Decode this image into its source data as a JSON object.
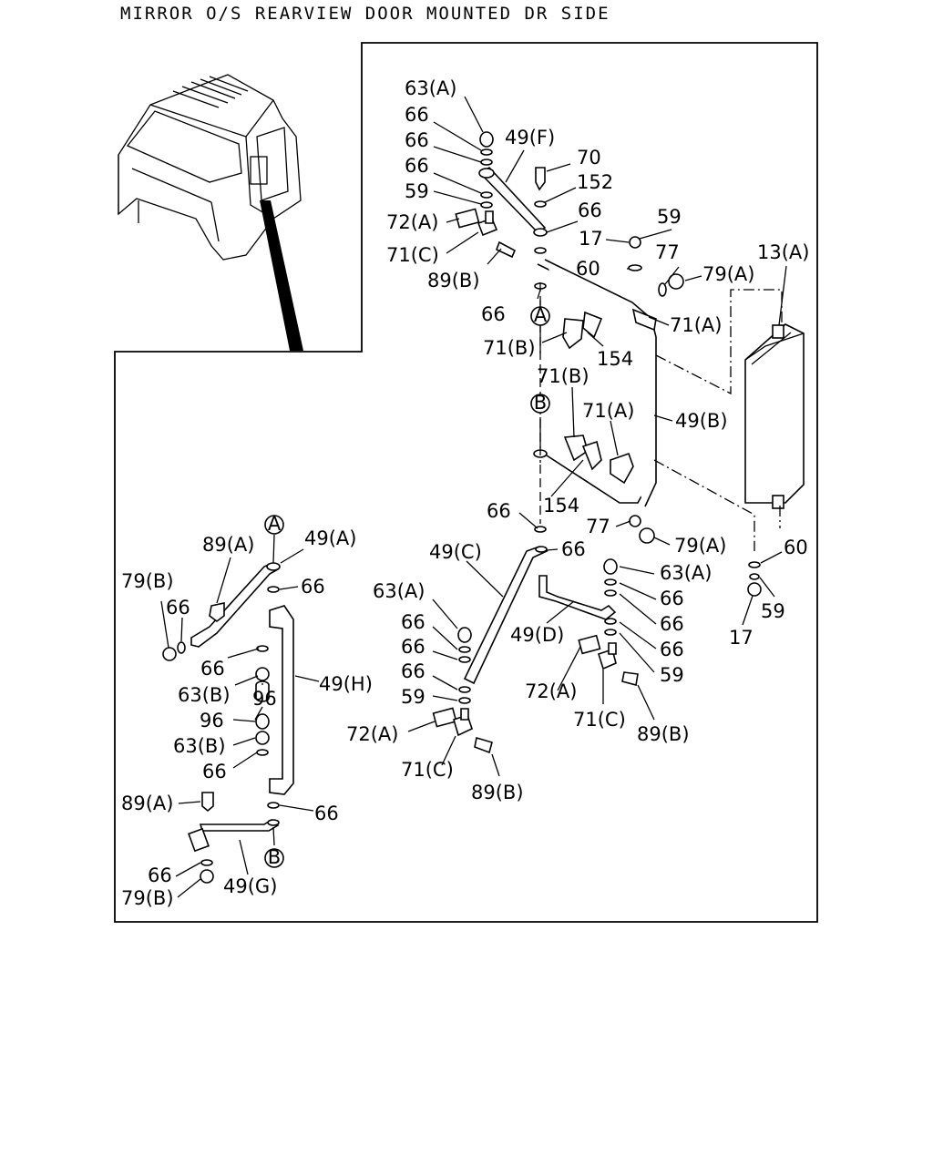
{
  "title": "MIRROR O/S REARVIEW DOOR MOUNTED DR SIDE",
  "callouts": [
    {
      "id": "c1",
      "text": "63(A)"
    },
    {
      "id": "c2",
      "text": "66"
    },
    {
      "id": "c3",
      "text": "66"
    },
    {
      "id": "c4",
      "text": "66"
    },
    {
      "id": "c5",
      "text": "59"
    },
    {
      "id": "c6",
      "text": "72(A)"
    },
    {
      "id": "c7",
      "text": "71(C)"
    },
    {
      "id": "c8",
      "text": "89(B)"
    },
    {
      "id": "c9",
      "text": "49(F)"
    },
    {
      "id": "c10",
      "text": "70"
    },
    {
      "id": "c11",
      "text": "152"
    },
    {
      "id": "c12",
      "text": "66"
    },
    {
      "id": "c13",
      "text": "17"
    },
    {
      "id": "c14",
      "text": "59"
    },
    {
      "id": "c15",
      "text": "77"
    },
    {
      "id": "c16",
      "text": "60"
    },
    {
      "id": "c17",
      "text": "79(A)"
    },
    {
      "id": "c18",
      "text": "13(A)"
    },
    {
      "id": "c19",
      "text": "66"
    },
    {
      "id": "c20",
      "text": "71(A)"
    },
    {
      "id": "c21",
      "text": "71(B)"
    },
    {
      "id": "c22",
      "text": "154"
    },
    {
      "id": "c23",
      "text": "71(B)"
    },
    {
      "id": "c24",
      "text": "71(A)"
    },
    {
      "id": "c25",
      "text": "49(B)"
    },
    {
      "id": "c26",
      "text": "154"
    },
    {
      "id": "c27",
      "text": "66"
    },
    {
      "id": "c28",
      "text": "77"
    },
    {
      "id": "c29",
      "text": "79(A)"
    },
    {
      "id": "c30",
      "text": "60"
    },
    {
      "id": "c31",
      "text": "59"
    },
    {
      "id": "c32",
      "text": "17"
    },
    {
      "id": "c33",
      "text": "49(C)"
    },
    {
      "id": "c34",
      "text": "66"
    },
    {
      "id": "c35",
      "text": "63(A)"
    },
    {
      "id": "c36",
      "text": "66"
    },
    {
      "id": "c37",
      "text": "66"
    },
    {
      "id": "c38",
      "text": "66"
    },
    {
      "id": "c39",
      "text": "59"
    },
    {
      "id": "c40",
      "text": "49(D)"
    },
    {
      "id": "c41",
      "text": "72(A)"
    },
    {
      "id": "c42",
      "text": "71(C)"
    },
    {
      "id": "c43",
      "text": "89(B)"
    },
    {
      "id": "c44",
      "text": "63(A)"
    },
    {
      "id": "c45",
      "text": "66"
    },
    {
      "id": "c46",
      "text": "66"
    },
    {
      "id": "c47",
      "text": "66"
    },
    {
      "id": "c48",
      "text": "59"
    },
    {
      "id": "c49",
      "text": "72(A)"
    },
    {
      "id": "c50",
      "text": "71(C)"
    },
    {
      "id": "c51",
      "text": "89(B)"
    },
    {
      "id": "c52",
      "text": "89(A)"
    },
    {
      "id": "c53",
      "text": "49(A)"
    },
    {
      "id": "c54",
      "text": "79(B)"
    },
    {
      "id": "c55",
      "text": "66"
    },
    {
      "id": "c56",
      "text": "66"
    },
    {
      "id": "c57",
      "text": "66"
    },
    {
      "id": "c58",
      "text": "63(B)"
    },
    {
      "id": "c59",
      "text": "96"
    },
    {
      "id": "c60",
      "text": "49(H)"
    },
    {
      "id": "c61",
      "text": "96"
    },
    {
      "id": "c62",
      "text": "63(B)"
    },
    {
      "id": "c63",
      "text": "66"
    },
    {
      "id": "c64",
      "text": "89(A)"
    },
    {
      "id": "c65",
      "text": "66"
    },
    {
      "id": "c66",
      "text": "66"
    },
    {
      "id": "c67",
      "text": "79(B)"
    },
    {
      "id": "c68",
      "text": "49(G)"
    }
  ],
  "markers": [
    {
      "id": "m1",
      "text": "A"
    },
    {
      "id": "m2",
      "text": "B"
    },
    {
      "id": "m3",
      "text": "A"
    },
    {
      "id": "m4",
      "text": "B"
    }
  ]
}
